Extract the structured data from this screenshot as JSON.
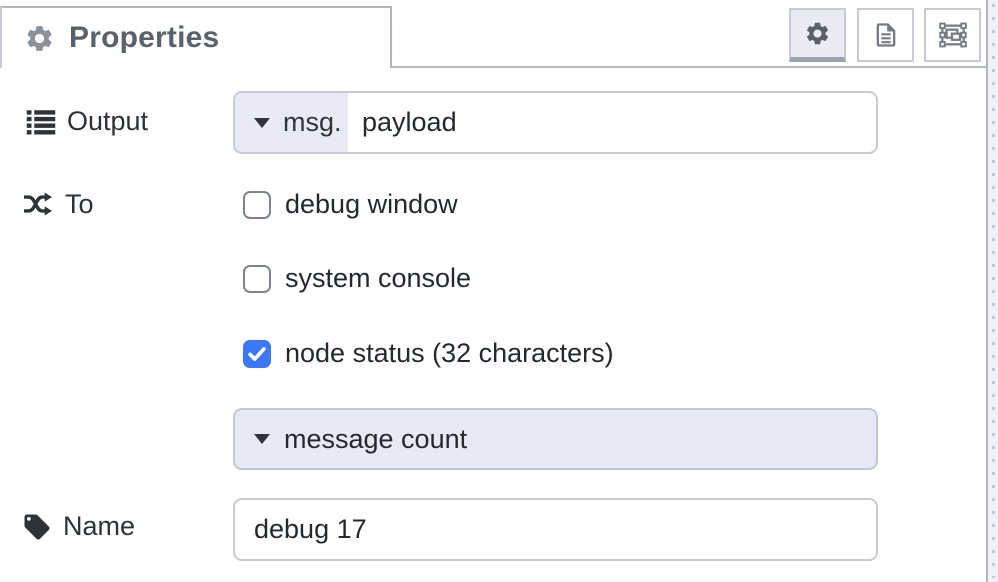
{
  "panel": {
    "tab": {
      "label": "Properties",
      "icon": "gear-icon"
    },
    "toolbar": [
      {
        "name": "properties",
        "icon": "gear-icon",
        "active": true
      },
      {
        "name": "description",
        "icon": "doc-icon",
        "active": false
      },
      {
        "name": "appearance",
        "icon": "appearance-icon",
        "active": false
      }
    ]
  },
  "form": {
    "output": {
      "label": "Output",
      "icon": "list-icon",
      "prefix": "msg.",
      "value": "payload"
    },
    "to": {
      "label": "To",
      "icon": "shuffle-icon",
      "checkboxes": [
        {
          "label": "debug window",
          "checked": false
        },
        {
          "label": "system console",
          "checked": false
        },
        {
          "label": "node status (32 characters)",
          "checked": true
        }
      ],
      "status_select": {
        "value": "message count"
      }
    },
    "name": {
      "label": "Name",
      "icon": "tag-icon",
      "value": "debug 17"
    }
  },
  "colors": {
    "accent_checkbox": "#3b77f6",
    "lavender_fill": "#e9eaf5",
    "select_fill": "#e7e9f4",
    "border": "#c9cbd3",
    "tab_border": "#b3b5bd",
    "title_text": "#59616a",
    "body_text": "#24292f",
    "icon_gray": "#8b9199"
  }
}
